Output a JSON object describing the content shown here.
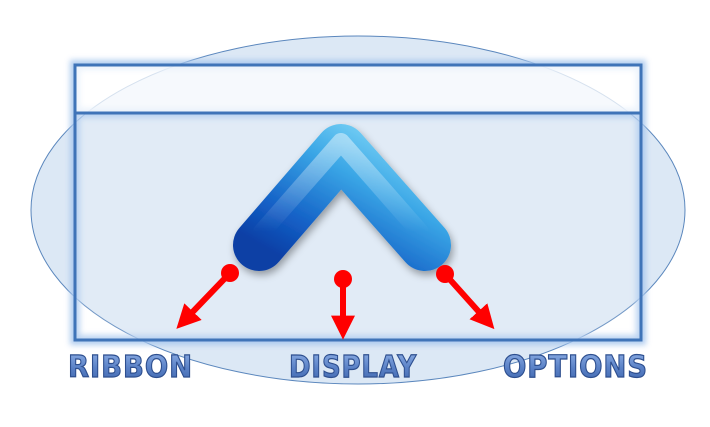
{
  "labels": {
    "ribbon": "RIBBON",
    "display": "DISPLAY",
    "options": "OPTIONS"
  },
  "colors": {
    "ellipse_fill": "#dce8f5",
    "ellipse_stroke": "#5b87bd",
    "window_border": "#3f74b8",
    "window_glow": "#a9c8ee",
    "arrow_light": "#56bdf0",
    "arrow_dark": "#0d49b4",
    "pointer_red": "#ff0000",
    "label_fill": "#5b82c7",
    "label_stroke": "#2e4f8f"
  },
  "icons": {
    "main_arrow": "up-arrow-icon",
    "pointer": "red-pointer-arrow-icon"
  }
}
